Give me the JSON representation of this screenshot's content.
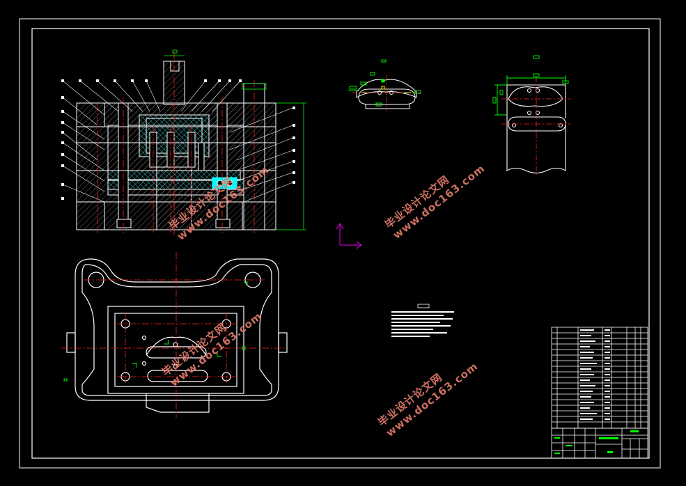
{
  "drawing": {
    "background": "#000000",
    "line_color": "#ffffff",
    "centerline_color": "#ff2020",
    "hatch_color": "#00ffff",
    "dimension_color": "#00ff00",
    "axis_x_color": "#c000c0",
    "axis_y_color": "#c000c0",
    "yellow_color": "#ffff00"
  },
  "watermark": {
    "line1": "毕业设计论文网",
    "line2": "www.doc163.com",
    "color": "#e07a6a"
  },
  "views": [
    {
      "name": "section-view"
    },
    {
      "name": "plan-view"
    },
    {
      "name": "part-front-view"
    },
    {
      "name": "strip-layout-view"
    },
    {
      "name": "technical-notes"
    },
    {
      "name": "bill-of-materials"
    },
    {
      "name": "title-block"
    }
  ]
}
